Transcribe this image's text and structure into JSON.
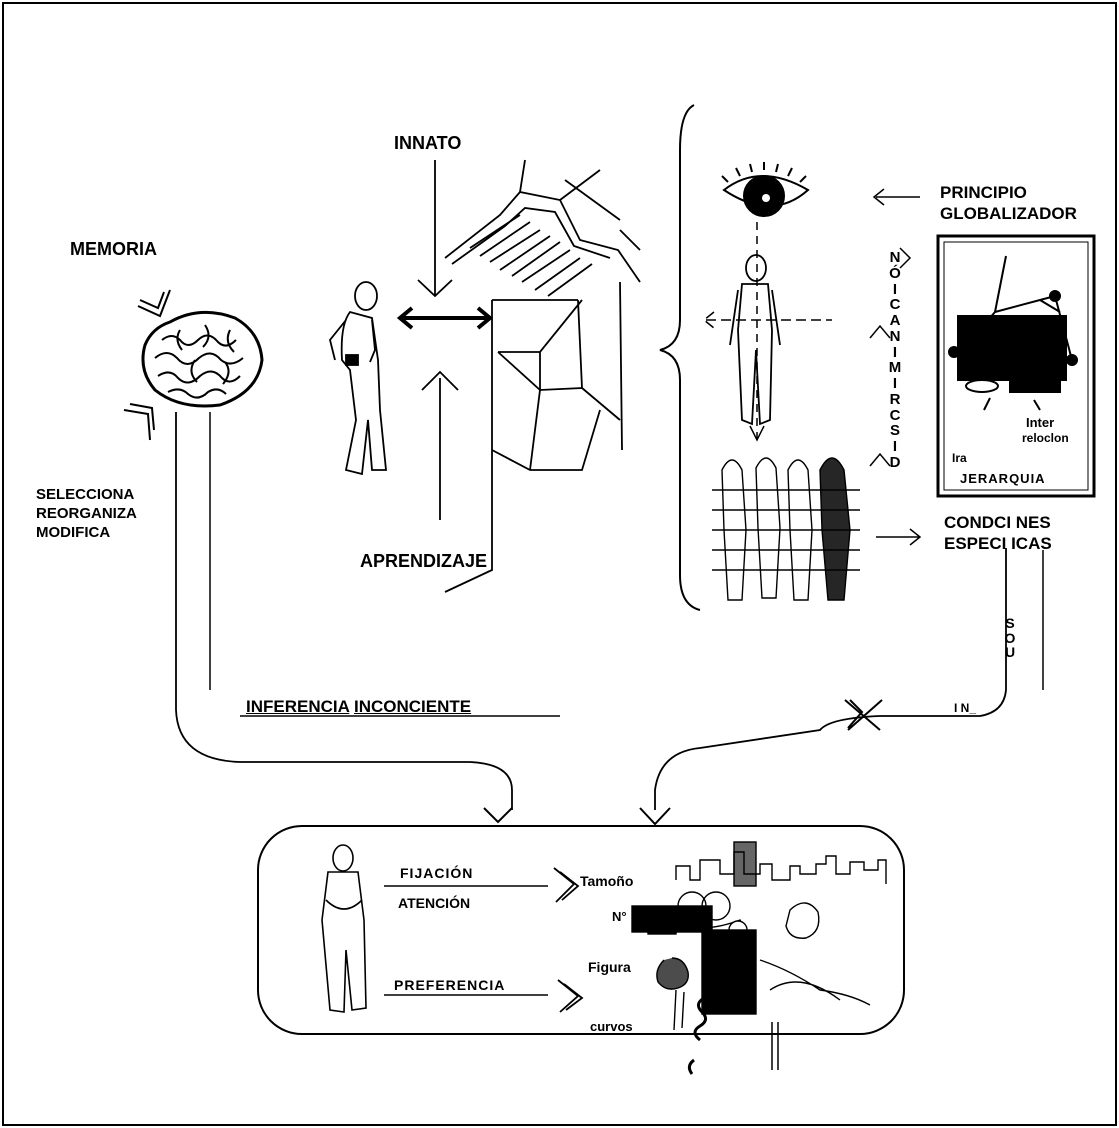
{
  "labels": {
    "innato": "INNATO",
    "memoria": "MEMORIA",
    "seleccion": [
      "SELECCIONA",
      "REORGANIZA",
      "MODIFICA"
    ],
    "aprendizaje": "APRENDIZAJE",
    "principio": [
      "PRINCIPIO",
      "GLOBALIZADOR"
    ],
    "interrelacion": [
      "Inter",
      "reloclon"
    ],
    "jerarquia_prefix": "Ira",
    "jerarquia": "JERARQUIA",
    "condiciones": [
      "CONDCI NES",
      "ESPECI ICAS"
    ],
    "discriminacion": "DISCRIMINACIÓN",
    "usos_vertical": "SOU",
    "usos_bottom": "I N_",
    "inferencia": "INFERENCIA",
    "inconciente": "INCONCIENTE",
    "fijacion": "FIJACIÓN",
    "atencion": "ATENCIÓN",
    "preferencia": "PREFERENCIA",
    "tamano": "Tamoño",
    "numero": "N°",
    "figura": "Figura",
    "curvos": "curvos"
  },
  "colors": {
    "ink": "#000000",
    "paper": "#ffffff"
  }
}
